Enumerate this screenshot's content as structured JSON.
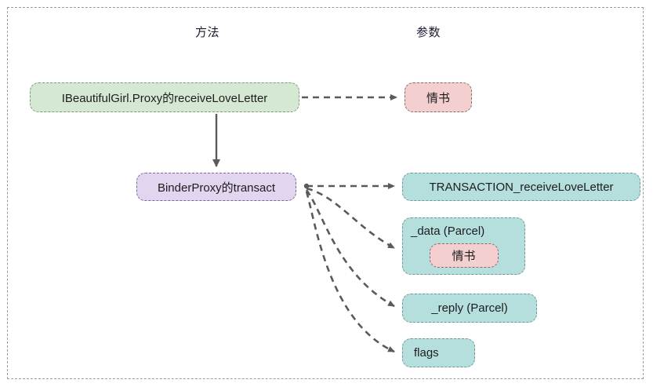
{
  "diagram": {
    "title_columns": {
      "method": "方法",
      "parameter": "参数"
    },
    "nodes": {
      "proxy_method": "IBeautifulGirl.Proxy的receiveLoveLetter",
      "binderproxy_transact": "BinderProxy的transact",
      "love_letter_param": "情书",
      "transaction_code": "TRANSACTION_receiveLoveLetter",
      "data_parcel": "_data (Parcel)",
      "data_parcel_content": "情书",
      "reply_parcel": "_reply (Parcel)",
      "flags": "flags"
    },
    "colors": {
      "green_fill": "#d5e8d4",
      "purple_fill": "#e1d5f0",
      "pink_fill": "#f3cfcf",
      "teal_fill": "#b4dfdc",
      "connector": "#5a5a5a",
      "frame_border": "#9a9a9a"
    }
  }
}
